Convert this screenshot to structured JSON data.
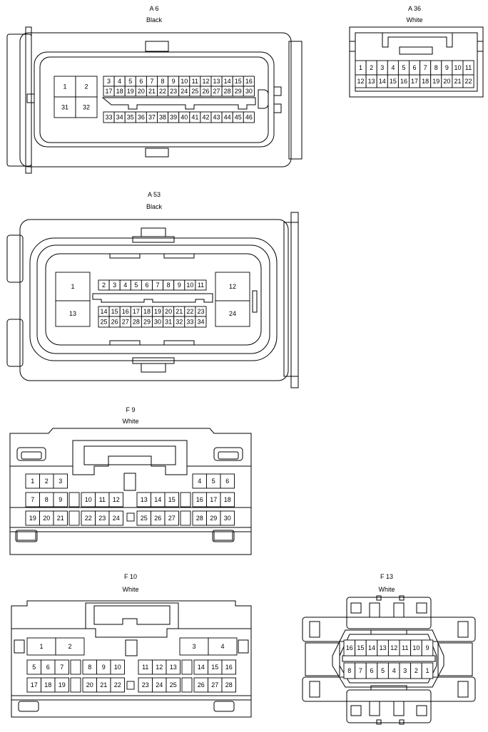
{
  "connectors": {
    "a6": {
      "code": "A 6",
      "color": "Black"
    },
    "a36": {
      "code": "A 36",
      "color": "White"
    },
    "a53": {
      "code": "A 53",
      "color": "Black"
    },
    "f9": {
      "code": "F 9",
      "color": "White"
    },
    "f10": {
      "code": "F 10",
      "color": "White"
    },
    "f13": {
      "code": "F 13",
      "color": "White"
    }
  }
}
